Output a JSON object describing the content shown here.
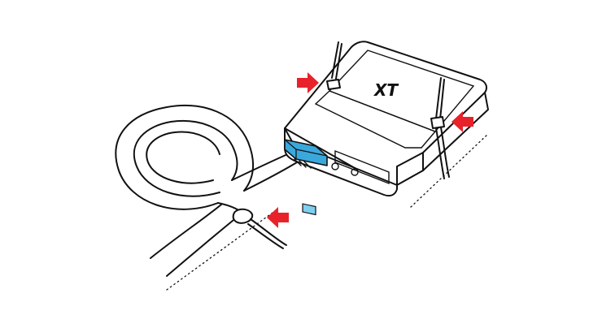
{
  "device": {
    "label": "XT"
  },
  "colors": {
    "arrow": "#e8222a",
    "connector": "#3aa8dc",
    "outline": "#111111",
    "background": "#ffffff"
  },
  "callouts": [
    {
      "name": "arrow-top-left-tie",
      "points_to": "cable-tie-top-left"
    },
    {
      "name": "arrow-right-tie",
      "points_to": "cable-tie-right"
    },
    {
      "name": "arrow-cable-tie",
      "points_to": "cable-tie-harness"
    }
  ]
}
